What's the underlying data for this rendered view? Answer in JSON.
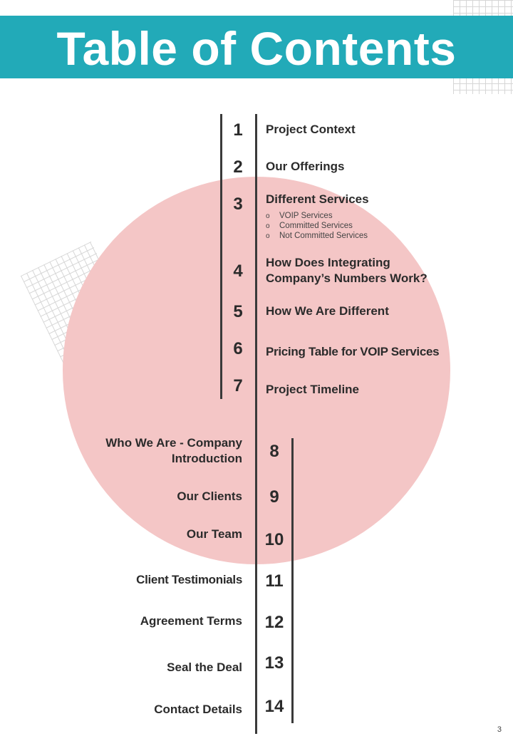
{
  "header": {
    "title": "Table of Contents"
  },
  "upper_items": [
    {
      "num": "1",
      "label": "Project Context"
    },
    {
      "num": "2",
      "label": "Our Offerings"
    },
    {
      "num": "3",
      "label": "Different Services",
      "subitems": [
        "VOIP  Services",
        "Committed Services",
        "Not Committed Services"
      ]
    },
    {
      "num": "4",
      "label": "How Does Integrating Company’s Numbers Work?"
    },
    {
      "num": "5",
      "label": "How We Are Different"
    },
    {
      "num": "6",
      "label": "Pricing Table for VOIP Services"
    },
    {
      "num": "7",
      "label": "Project Timeline"
    }
  ],
  "lower_items": [
    {
      "num": "8",
      "label": "Who We Are - Company Introduction"
    },
    {
      "num": "9",
      "label": "Our Clients"
    },
    {
      "num": "10",
      "label": "Our Team"
    },
    {
      "num": "11",
      "label": "Client Testimonials"
    },
    {
      "num": "12",
      "label": "Agreement Terms"
    },
    {
      "num": "13",
      "label": "Seal the Deal"
    },
    {
      "num": "14",
      "label": "Contact Details"
    }
  ],
  "bullet_glyph": "o",
  "footer": {
    "page_number": "3"
  }
}
